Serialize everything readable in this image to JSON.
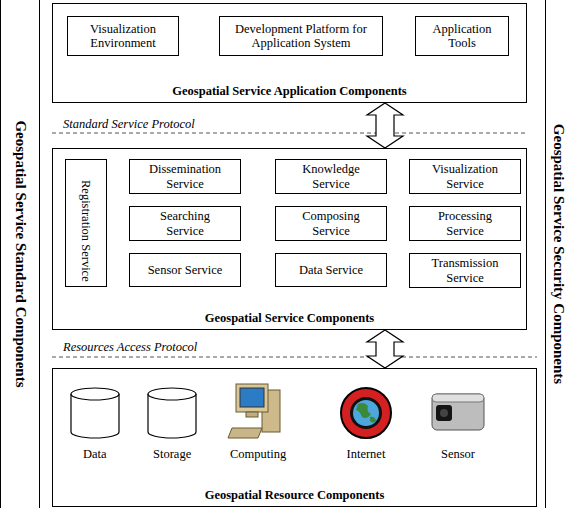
{
  "diagram": {
    "nodes": [
      {
        "text": [
          "Geospatial Service Standard Components"
        ]
      },
      {
        "text": [
          "Geospatial Service Application Components"
        ]
      },
      {
        "text": [
          "Visualization Environment"
        ],
        "in": 1
      },
      {
        "text": [
          "Development Platform for Application System"
        ],
        "in": 1
      },
      {
        "text": [
          "Application Tools"
        ],
        "in": 1
      },
      {
        "text": [
          "Geospatial Service Components"
        ]
      },
      {
        "text": [
          "Registration Service"
        ],
        "in": 5
      },
      {
        "text": [
          "Dissemination Service"
        ],
        "in": 5
      },
      {
        "text": [
          "Knowledge Service"
        ],
        "in": 5
      },
      {
        "text": [
          "Visualization Service"
        ],
        "in": 5
      },
      {
        "text": [
          "Searching Service"
        ],
        "in": 5
      },
      {
        "text": [
          "Composing Service"
        ],
        "in": 5
      },
      {
        "text": [
          "Processing Service"
        ],
        "in": 5
      },
      {
        "text": [
          "Sensor Service"
        ],
        "in": 5
      },
      {
        "text": [
          "Data Service"
        ],
        "in": 5
      },
      {
        "text": [
          "Transmission Service"
        ],
        "in": 5
      },
      {
        "text": [
          "Geospatial Resource Components"
        ]
      },
      {
        "text": [
          "Geospatial Service Security Components"
        ]
      }
    ],
    "edges": [
      {
        "from": 1,
        "to": 5,
        "arrow": "both"
      },
      {
        "from": 5,
        "to": 16,
        "arrow": "both"
      }
    ],
    "labels": [
      "Standard Service Protocol",
      "Resources Access Protocol",
      "Data",
      "Storage",
      "Computing",
      "Internet",
      "Sensor"
    ]
  }
}
